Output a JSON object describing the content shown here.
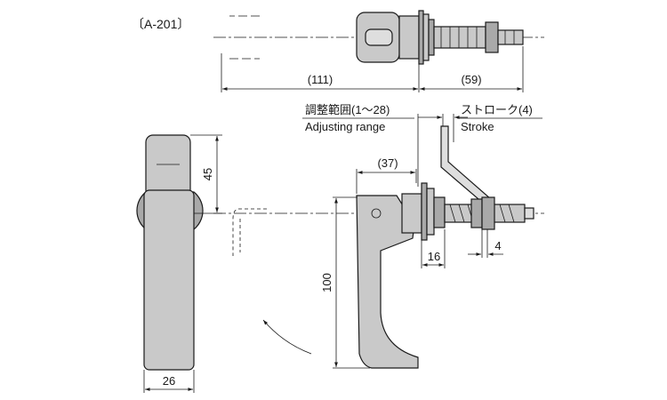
{
  "drawing": {
    "model_label": "〔A-201〕",
    "dimensions": {
      "ghost_length": "(111)",
      "rear_length": "(59)",
      "handle_offset": "(37)",
      "width": "26",
      "height_45": "45",
      "height_100": "100",
      "flange": "16",
      "stroke_min": "4"
    },
    "labels": {
      "adjusting_range_jp": "調整範囲(1～28)",
      "adjusting_range_en": "Adjusting range",
      "stroke_jp": "ストローク(4)",
      "stroke_en": "Stroke"
    }
  }
}
